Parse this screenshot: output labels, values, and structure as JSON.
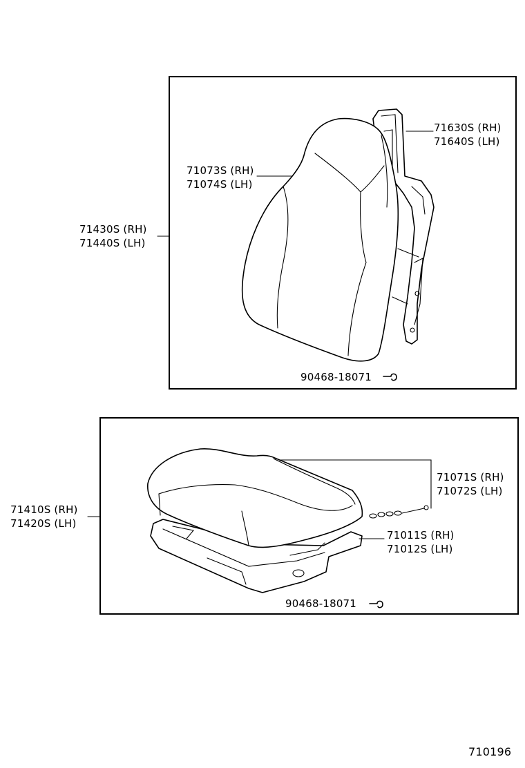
{
  "upper": {
    "frame_label": {
      "line1": "71430S (RH)",
      "line2": "71440S (LH)"
    },
    "cover_label": {
      "line1": "71073S (RH)",
      "line2": "71074S (LH)"
    },
    "frame_part_label": {
      "line1": "71630S (RH)",
      "line2": "71640S (LH)"
    },
    "clip_label": "90468-18071"
  },
  "lower": {
    "assembly_label": {
      "line1": "71410S (RH)",
      "line2": "71420S (LH)"
    },
    "cover_label": {
      "line1": "71071S (RH)",
      "line2": "71072S (LH)"
    },
    "frame_label": {
      "line1": "71011S (RH)",
      "line2": "71012S (LH)"
    },
    "clip_label": "90468-18071"
  },
  "diagram_id": "710196"
}
